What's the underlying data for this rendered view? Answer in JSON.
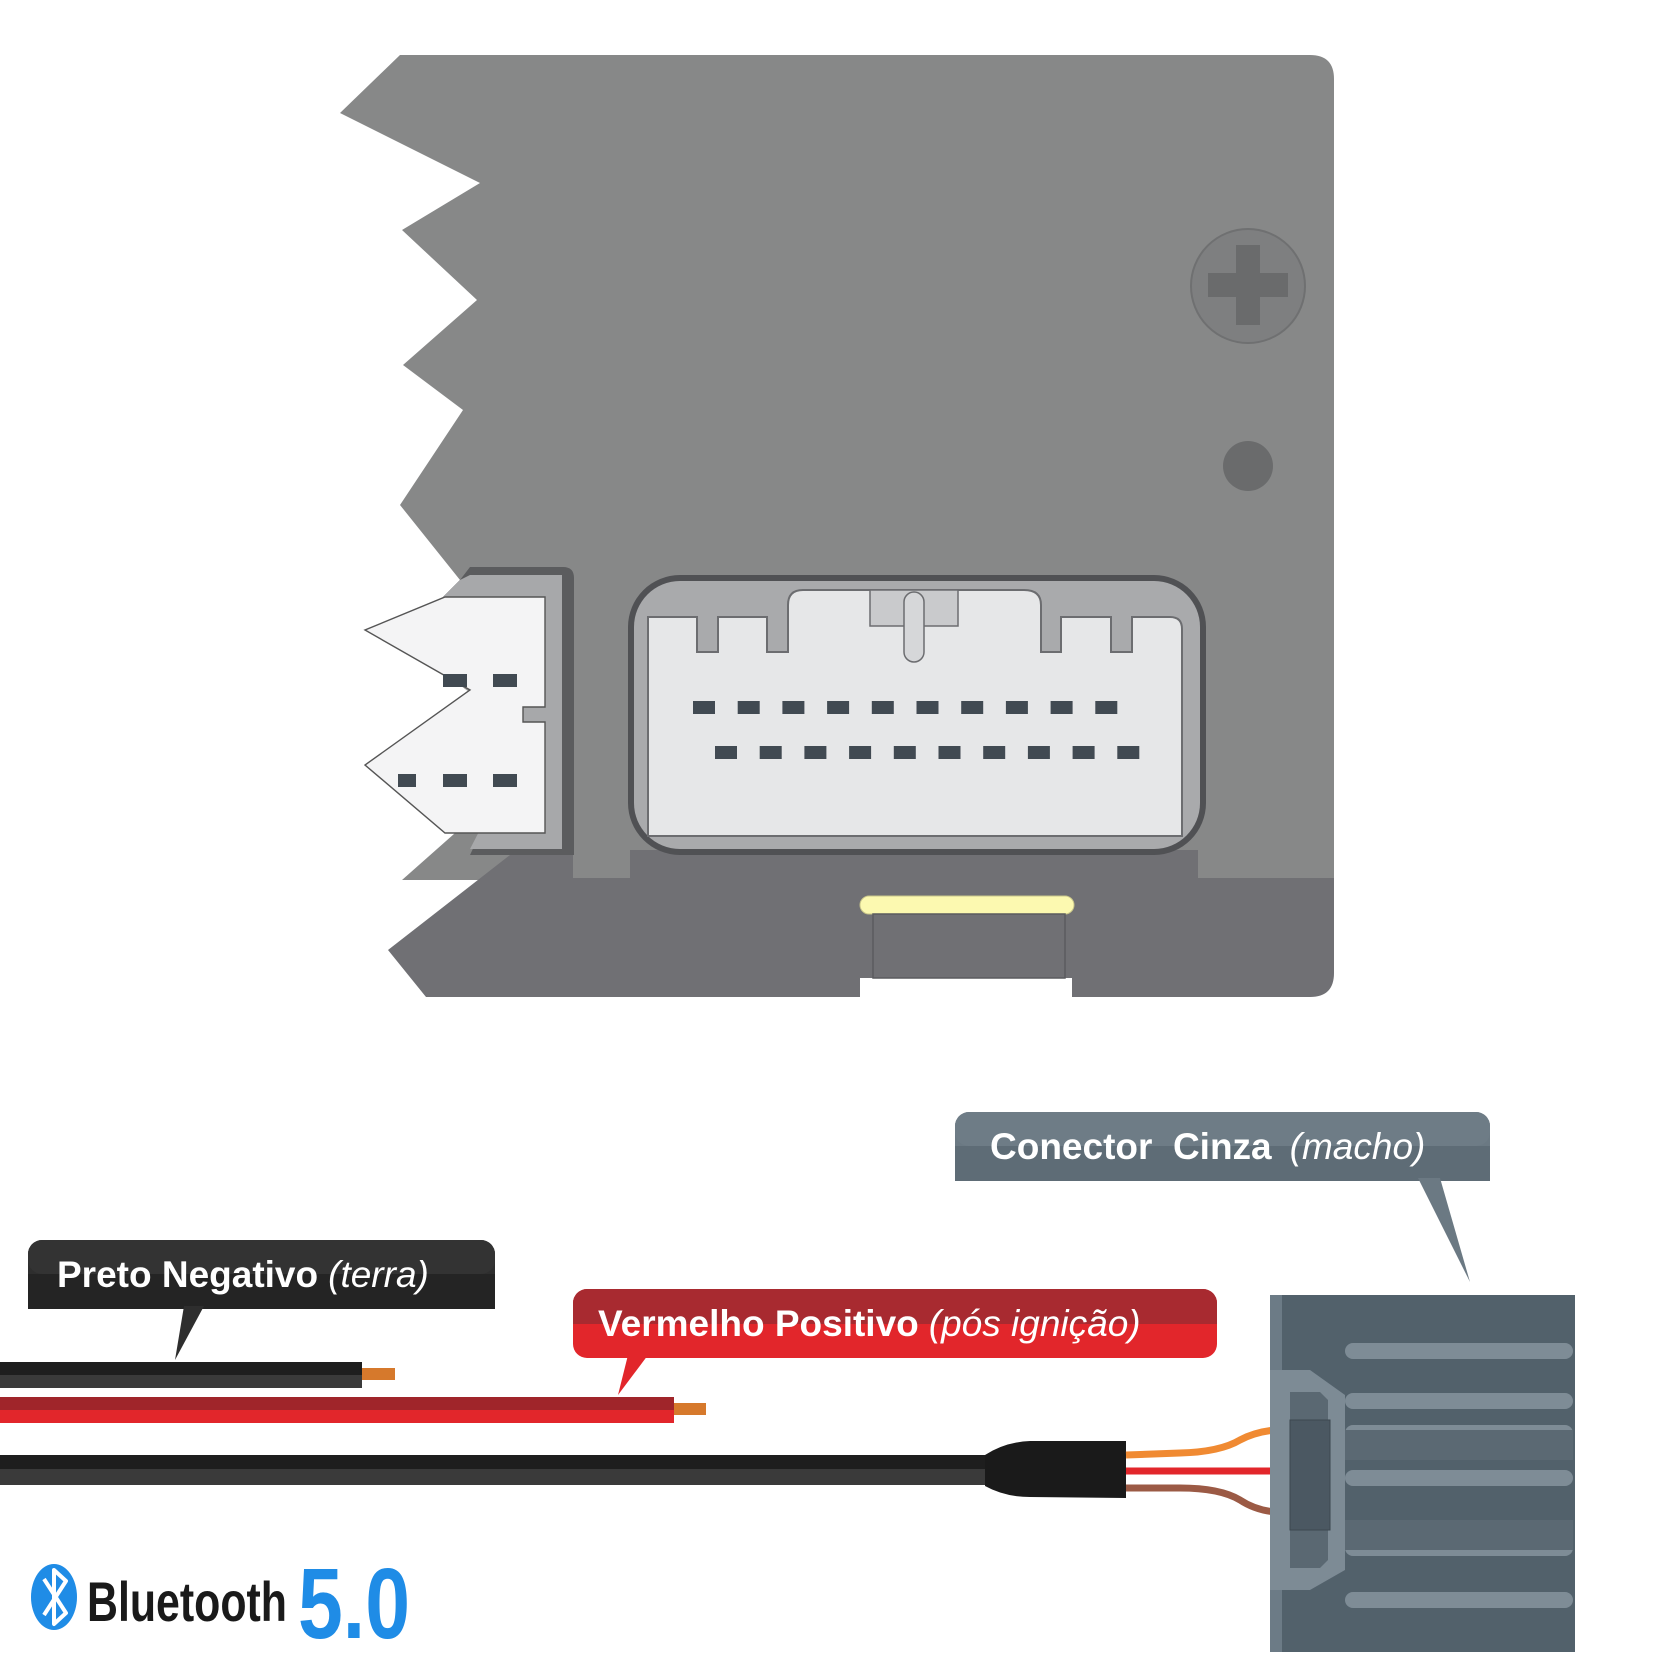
{
  "labels": {
    "connector": {
      "name": "Conector  Cinza",
      "note": "(macho)"
    },
    "ground": {
      "name": "Preto Negativo",
      "note": "(terra)"
    },
    "positive": {
      "name": "Vermelho Positivo",
      "note": "(pós ignição)"
    }
  },
  "logo": {
    "word": "Bluetooth",
    "version": "5.0"
  },
  "colors": {
    "module_body": "#878888",
    "module_bottom": "#707074",
    "socket_face": "#e6e7e8",
    "pin": "#414a52",
    "led": "#fcf9b0",
    "connector_label_bg": "#6b7983",
    "ground_label_bg": "#2e2e2e",
    "positive_label_bg": "#e2262b",
    "wire_black": "#1e1e1e",
    "wire_red": "#e2262b",
    "wire_orange": "#f08a32",
    "wire_brown": "#9b5a45",
    "plug_gray": "#5c6b75",
    "bluetooth_blue": "#1f8ce6"
  }
}
